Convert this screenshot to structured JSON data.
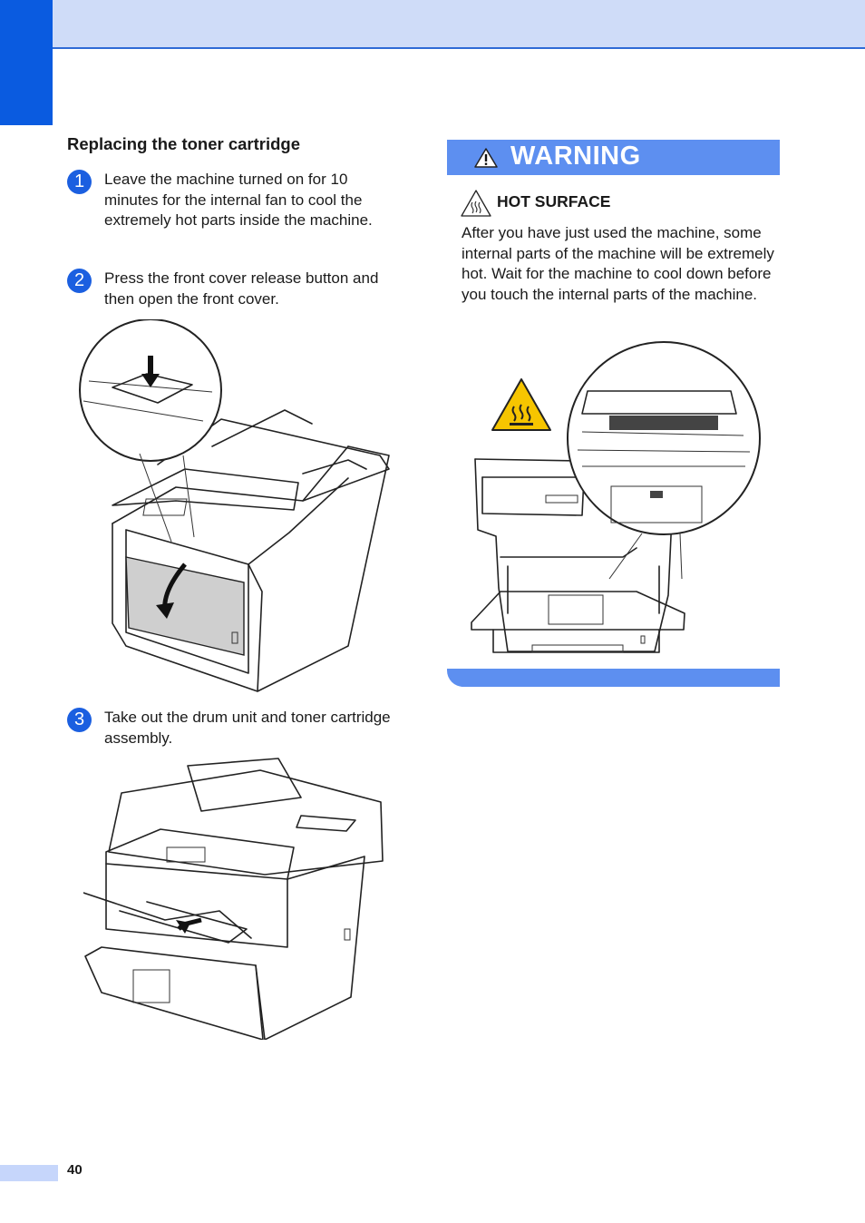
{
  "section": {
    "title": "Replacing the toner cartridge"
  },
  "steps": [
    {
      "number": "1",
      "text": "Leave the machine turned on for 10 minutes for the internal fan to cool the extremely hot parts inside the machine."
    },
    {
      "number": "2",
      "text": "Press the front cover release button and then open the front cover."
    },
    {
      "number": "3",
      "text": "Take out the drum unit and toner cartridge assembly."
    }
  ],
  "warning": {
    "title": "WARNING",
    "subtitle": "HOT SURFACE",
    "text": "After you have just used the machine, some internal parts of the machine will be extremely hot. Wait for the machine to cool down before you touch the internal parts of the machine."
  },
  "footer": {
    "page_number": "40"
  },
  "icons": {
    "warning": "warning-triangle-icon",
    "hot_surface": "hot-surface-icon",
    "hot_label": "hot-surface-label-icon"
  },
  "colors": {
    "header_band": "#cfdcf8",
    "corner_tab": "#0a5be0",
    "step_number": "#1b5fe0",
    "warning_bar": "#5d8ff0",
    "hot_label": "#f6c500"
  }
}
